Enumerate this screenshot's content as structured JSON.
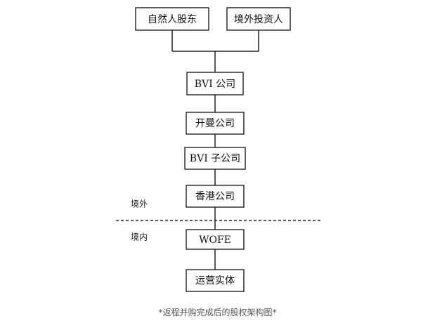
{
  "nodes": {
    "natural_shareholder": "自然人股东",
    "foreign_investor": "境外投资人",
    "bvi_company": "BVI 公司",
    "cayman_company": "开曼公司",
    "bvi_subsidiary": "BVI 子公司",
    "hk_company": "香港公司",
    "wofe": "WOFE",
    "operating_entity": "运营实体"
  },
  "regions": {
    "offshore": "境外",
    "onshore": "境内"
  },
  "caption": "*返程并购完成后的股权架构图*"
}
